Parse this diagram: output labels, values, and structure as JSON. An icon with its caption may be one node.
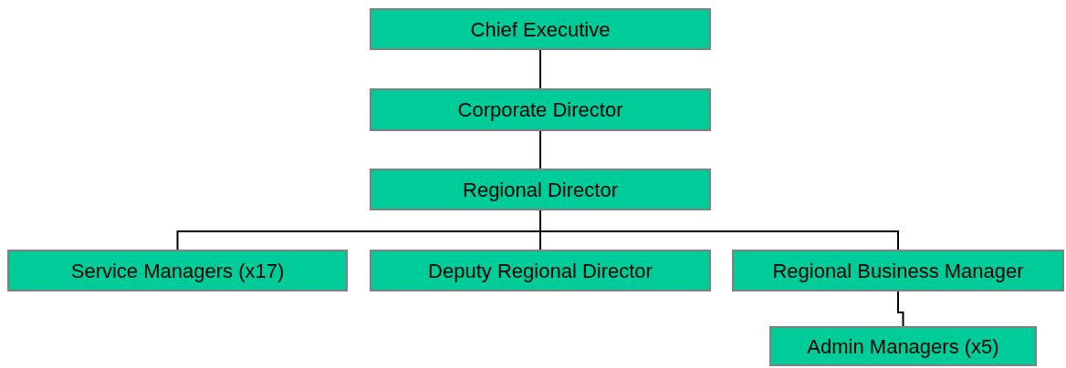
{
  "diagram": {
    "nodes": [
      {
        "text": [
          "Chief Executive"
        ]
      },
      {
        "text": [
          "Corporate Director"
        ]
      },
      {
        "text": [
          "Regional Director"
        ]
      },
      {
        "text": [
          "Service Managers (x17)"
        ]
      },
      {
        "text": [
          "Deputy Regional Director"
        ]
      },
      {
        "text": [
          "Regional Business Manager"
        ]
      },
      {
        "text": [
          "Admin Managers (x5)"
        ]
      }
    ],
    "edges": [
      {
        "from": 0,
        "to": 1,
        "arrow": "none"
      },
      {
        "from": 1,
        "to": 2,
        "arrow": "none"
      },
      {
        "from": 2,
        "to": 3,
        "arrow": "none"
      },
      {
        "from": 2,
        "to": 4,
        "arrow": "none"
      },
      {
        "from": 2,
        "to": 5,
        "arrow": "none"
      },
      {
        "from": 5,
        "to": 6,
        "arrow": "none"
      }
    ]
  }
}
